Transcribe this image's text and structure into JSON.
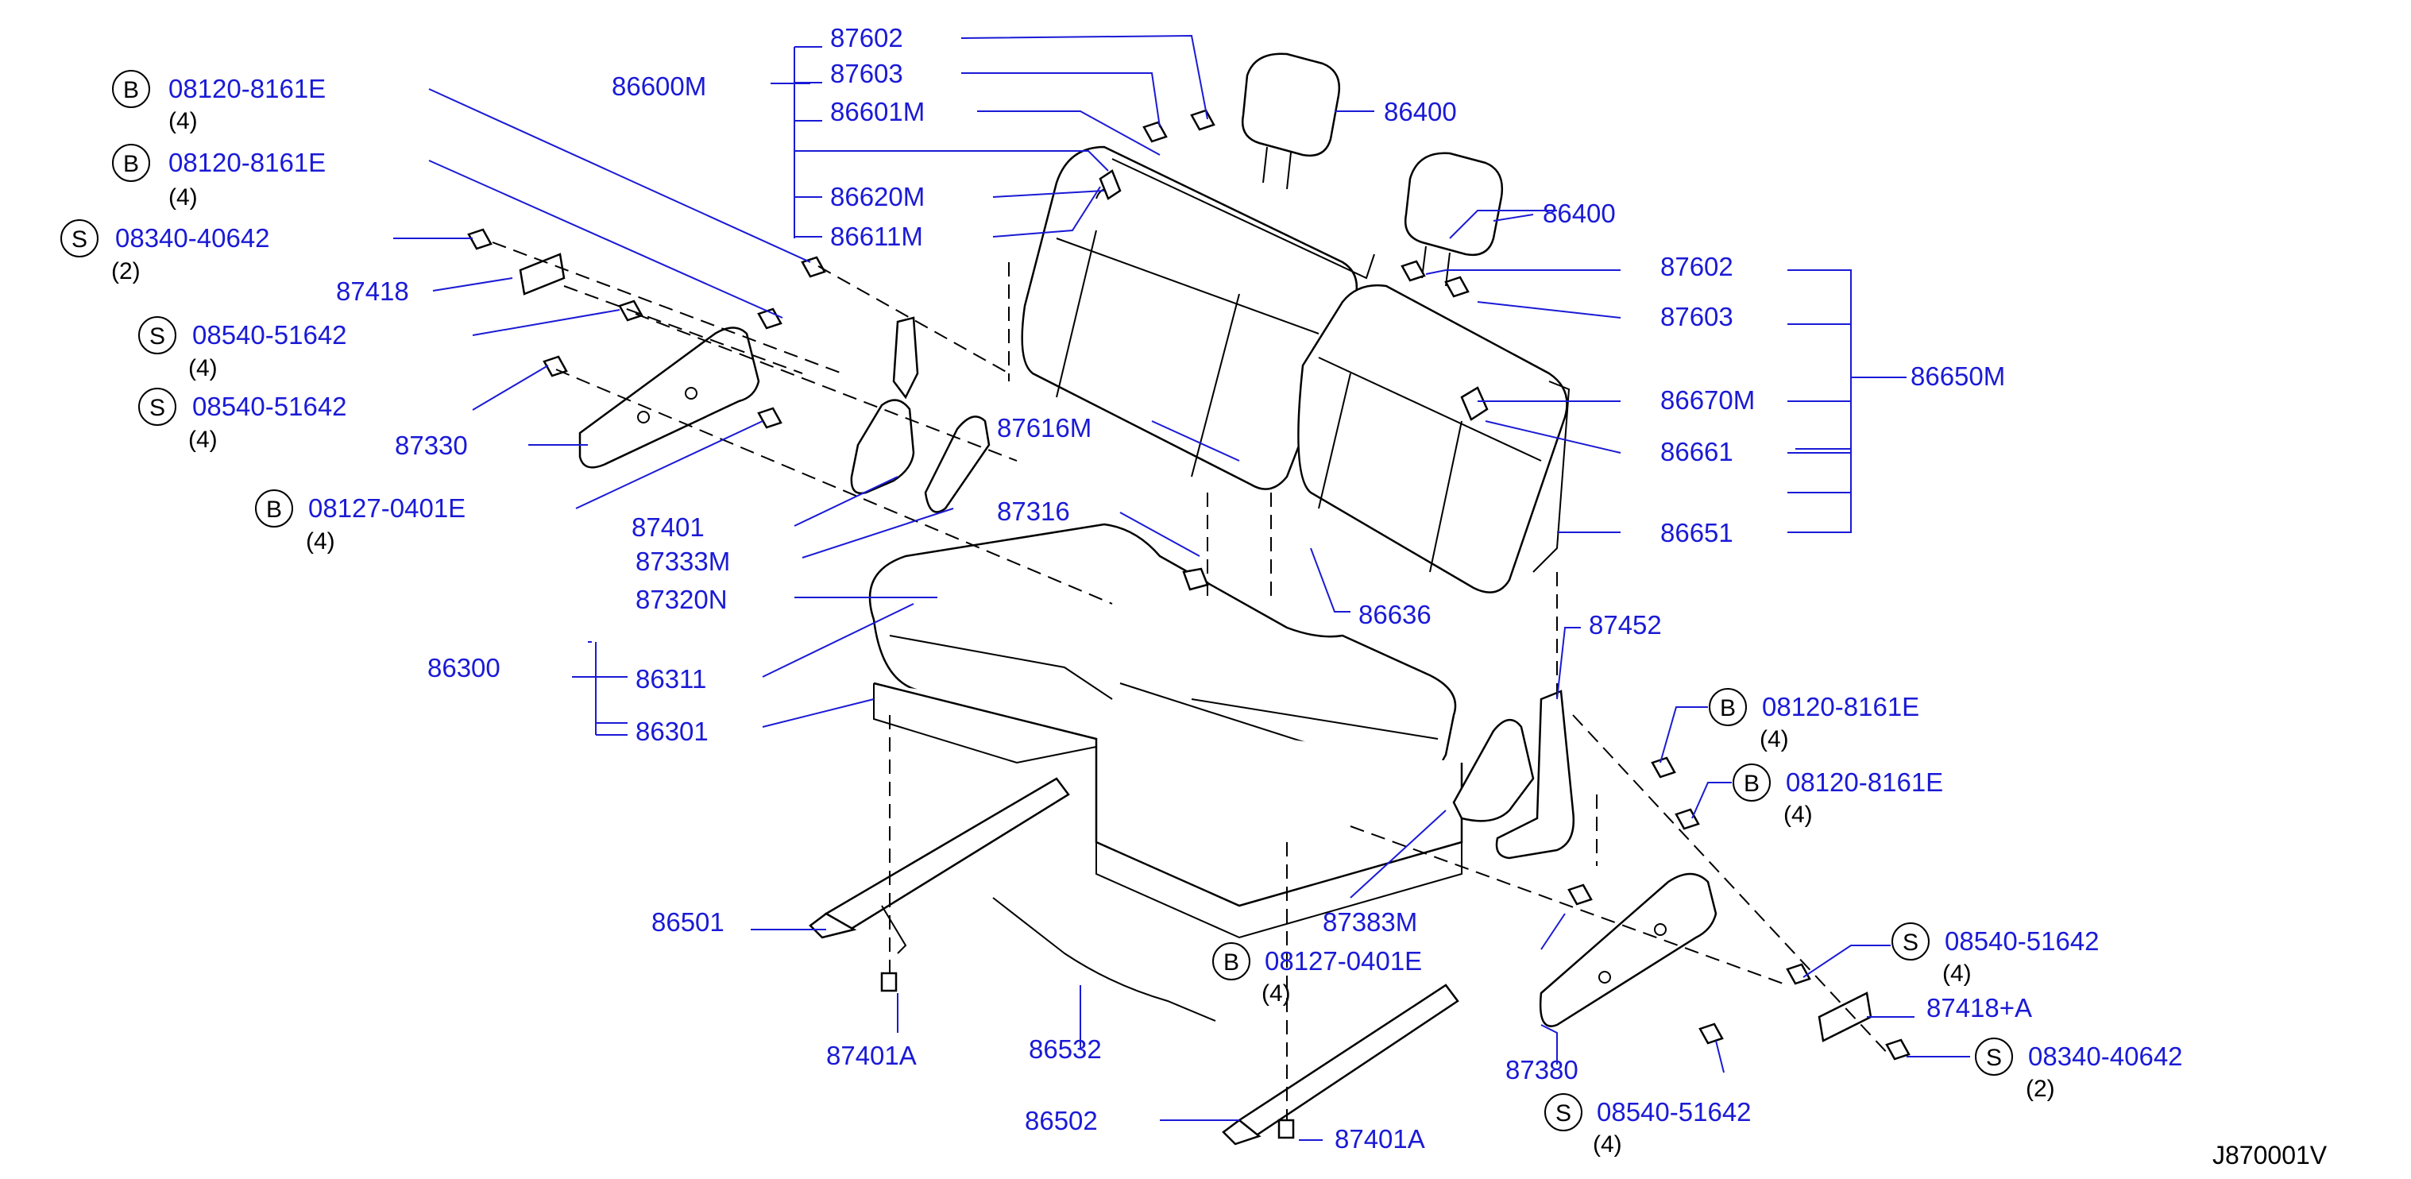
{
  "colors": {
    "label": "#1a1ad6",
    "line": "#000000",
    "background": "#ffffff"
  },
  "diagram_code": "J870001V",
  "callouts": [
    {
      "id": "c1",
      "prefix": "B",
      "part": "08120-8161E",
      "qty": "(4)"
    },
    {
      "id": "c2",
      "prefix": "B",
      "part": "08120-8161E",
      "qty": "(4)"
    },
    {
      "id": "c3",
      "prefix": "S",
      "part": "08340-40642",
      "qty": "(2)"
    },
    {
      "id": "c4",
      "prefix": "",
      "part": "87418",
      "qty": ""
    },
    {
      "id": "c5",
      "prefix": "S",
      "part": "08540-51642",
      "qty": "(4)"
    },
    {
      "id": "c6",
      "prefix": "S",
      "part": "08540-51642",
      "qty": "(4)"
    },
    {
      "id": "c7",
      "prefix": "",
      "part": "87330",
      "qty": ""
    },
    {
      "id": "c8",
      "prefix": "B",
      "part": "08127-0401E",
      "qty": "(4)"
    },
    {
      "id": "c9",
      "prefix": "",
      "part": "86600M",
      "qty": ""
    },
    {
      "id": "c10",
      "prefix": "",
      "part": "87602",
      "qty": ""
    },
    {
      "id": "c11",
      "prefix": "",
      "part": "87603",
      "qty": ""
    },
    {
      "id": "c12",
      "prefix": "",
      "part": "86601M",
      "qty": ""
    },
    {
      "id": "c13",
      "prefix": "",
      "part": "86620M",
      "qty": ""
    },
    {
      "id": "c14",
      "prefix": "",
      "part": "86611M",
      "qty": ""
    },
    {
      "id": "c15",
      "prefix": "",
      "part": "86400",
      "qty": ""
    },
    {
      "id": "c16",
      "prefix": "",
      "part": "86400",
      "qty": ""
    },
    {
      "id": "c17",
      "prefix": "",
      "part": "87602",
      "qty": ""
    },
    {
      "id": "c18",
      "prefix": "",
      "part": "87603",
      "qty": ""
    },
    {
      "id": "c19",
      "prefix": "",
      "part": "86650M",
      "qty": ""
    },
    {
      "id": "c20",
      "prefix": "",
      "part": "86670M",
      "qty": ""
    },
    {
      "id": "c21",
      "prefix": "",
      "part": "86661",
      "qty": ""
    },
    {
      "id": "c22",
      "prefix": "",
      "part": "86651",
      "qty": ""
    },
    {
      "id": "c23",
      "prefix": "",
      "part": "87616M",
      "qty": ""
    },
    {
      "id": "c24",
      "prefix": "",
      "part": "87316",
      "qty": ""
    },
    {
      "id": "c25",
      "prefix": "",
      "part": "87401",
      "qty": ""
    },
    {
      "id": "c26",
      "prefix": "",
      "part": "87333M",
      "qty": ""
    },
    {
      "id": "c27",
      "prefix": "",
      "part": "87320N",
      "qty": ""
    },
    {
      "id": "c28",
      "prefix": "",
      "part": "86300",
      "qty": ""
    },
    {
      "id": "c29",
      "prefix": "",
      "part": "86311",
      "qty": ""
    },
    {
      "id": "c30",
      "prefix": "",
      "part": "86301",
      "qty": ""
    },
    {
      "id": "c31",
      "prefix": "",
      "part": "86636",
      "qty": ""
    },
    {
      "id": "c32",
      "prefix": "",
      "part": "87452",
      "qty": ""
    },
    {
      "id": "c33",
      "prefix": "B",
      "part": "08120-8161E",
      "qty": "(4)"
    },
    {
      "id": "c34",
      "prefix": "B",
      "part": "08120-8161E",
      "qty": "(4)"
    },
    {
      "id": "c35",
      "prefix": "",
      "part": "87383M",
      "qty": ""
    },
    {
      "id": "c36",
      "prefix": "",
      "part": "86501",
      "qty": ""
    },
    {
      "id": "c37",
      "prefix": "B",
      "part": "08127-0401E",
      "qty": "(4)"
    },
    {
      "id": "c38",
      "prefix": "S",
      "part": "08540-51642",
      "qty": "(4)"
    },
    {
      "id": "c39",
      "prefix": "",
      "part": "87418+A",
      "qty": ""
    },
    {
      "id": "c40",
      "prefix": "S",
      "part": "08340-40642",
      "qty": "(2)"
    },
    {
      "id": "c41",
      "prefix": "",
      "part": "87401A",
      "qty": ""
    },
    {
      "id": "c42",
      "prefix": "",
      "part": "86532",
      "qty": ""
    },
    {
      "id": "c43",
      "prefix": "",
      "part": "87380",
      "qty": ""
    },
    {
      "id": "c44",
      "prefix": "S",
      "part": "08540-51642",
      "qty": "(4)"
    },
    {
      "id": "c45",
      "prefix": "",
      "part": "86502",
      "qty": ""
    },
    {
      "id": "c46",
      "prefix": "",
      "part": "87401A",
      "qty": ""
    }
  ]
}
